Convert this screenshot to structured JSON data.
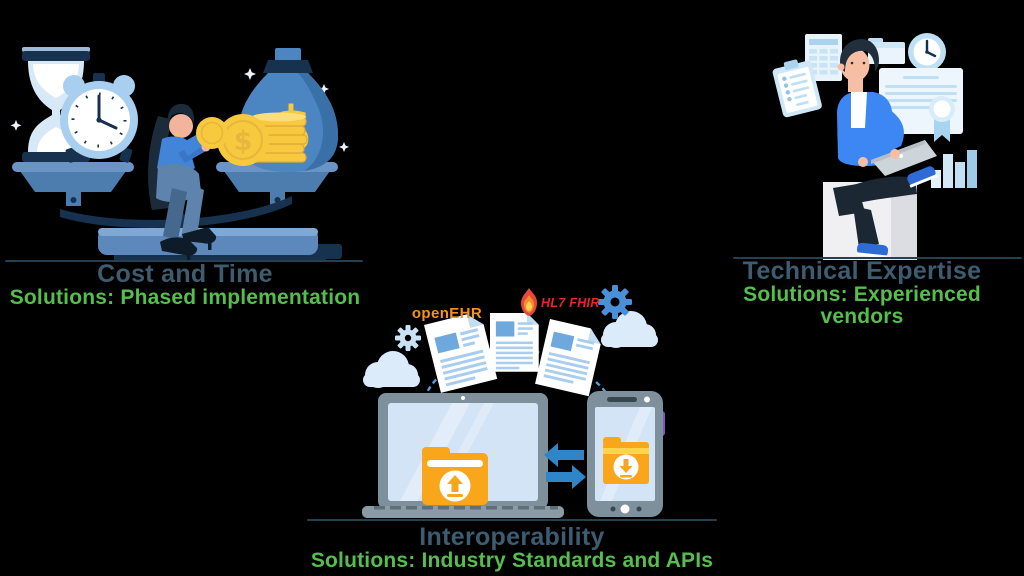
{
  "sections": [
    {
      "title": "Cost and Time",
      "solution": "Solutions: Phased implementation",
      "illustration": "balance-scale-with-hourglass-clock-woman-coins-money-bag",
      "icons": [
        "hourglass-icon",
        "alarm-clock-icon",
        "money-bag-icon",
        "coin-stack-icon",
        "woman-figure"
      ]
    },
    {
      "title": "Technical Expertise",
      "solution": "Solutions: Experienced vendors",
      "illustration": "man-sitting-with-laptop-documents-certificate",
      "icons": [
        "spreadsheet-icon",
        "folder-icon",
        "clock-icon",
        "clipboard-icon",
        "certificate-icon",
        "bar-chart-icon",
        "man-figure"
      ]
    },
    {
      "title": "Interoperability",
      "solution": "Solutions: Industry Standards and APIs",
      "illustration": "laptop-smartphone-file-sync",
      "icons": [
        "cloud-icon",
        "gear-icon",
        "document-icon",
        "laptop-icon",
        "smartphone-icon",
        "upload-folder-icon",
        "download-folder-icon",
        "sync-arrows-icon",
        "flame-icon"
      ]
    }
  ],
  "logos": {
    "openehr": "openEHR",
    "hl7_fhir": "HL7 FHIR"
  },
  "symbols": {
    "dollar": "$"
  },
  "colors": {
    "background": "#000000",
    "title_text": "#3d5c70",
    "solution_text": "#55be4d",
    "divider_line": "#24414f",
    "logo_openehr_orange": "#f6921e",
    "logo_hl7_red": "#e8262d",
    "folder_orange": "#f9a61a",
    "sync_arrow_blue": "#2e86c9",
    "illustration_blue": "#3d87f5",
    "scale_blue": "#5c88bc",
    "gold_coin": "#f7c93f"
  }
}
